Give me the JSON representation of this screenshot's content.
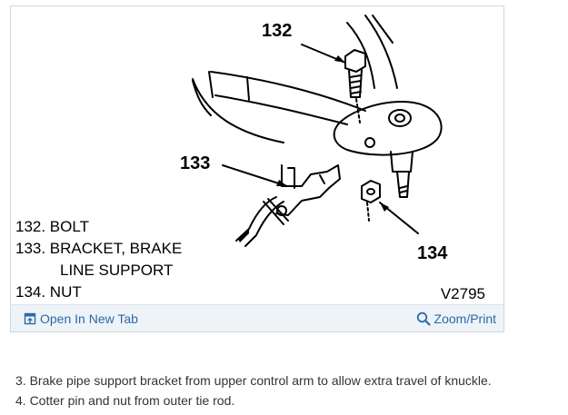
{
  "figure": {
    "callouts": {
      "c132": "132",
      "c133": "133",
      "c134": "134"
    },
    "legend": {
      "line1": "132.  BOLT",
      "line2": "133.  BRACKET, BRAKE",
      "line3": "LINE SUPPORT",
      "line4": "134.  NUT"
    },
    "code": "V2795"
  },
  "toolbar": {
    "open_tab": {
      "label": "Open In New Tab",
      "icon": "open-tab-icon"
    },
    "zoom": {
      "label": "Zoom/Print",
      "icon": "magnifier-icon"
    }
  },
  "steps": {
    "step3": "3. Brake pipe support bracket from upper control arm to allow extra travel of knuckle.",
    "step4": "4. Cotter pin and nut from outer tie rod."
  },
  "colors": {
    "link": "#2b6aa6",
    "toolbar_bg": "#eef3f8",
    "border": "#cfd8e0"
  }
}
